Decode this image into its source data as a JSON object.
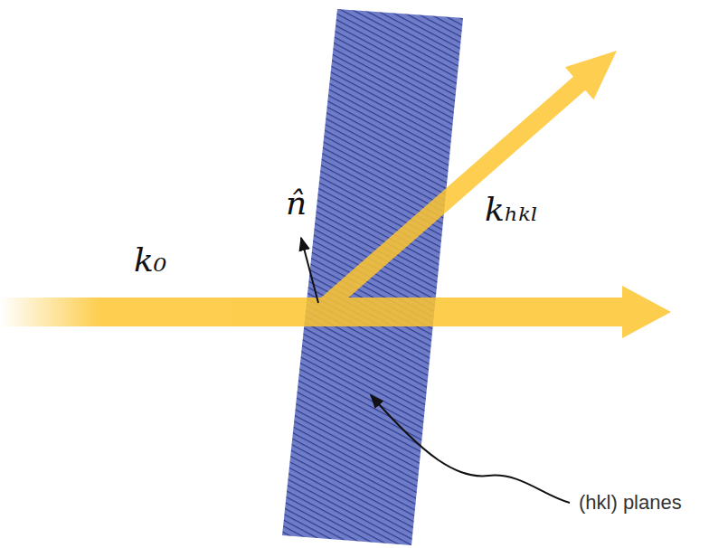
{
  "diagram": {
    "labels": [
      "k₀",
      "n̂",
      "kₕₖₗ",
      "(hkl) planes"
    ]
  }
}
